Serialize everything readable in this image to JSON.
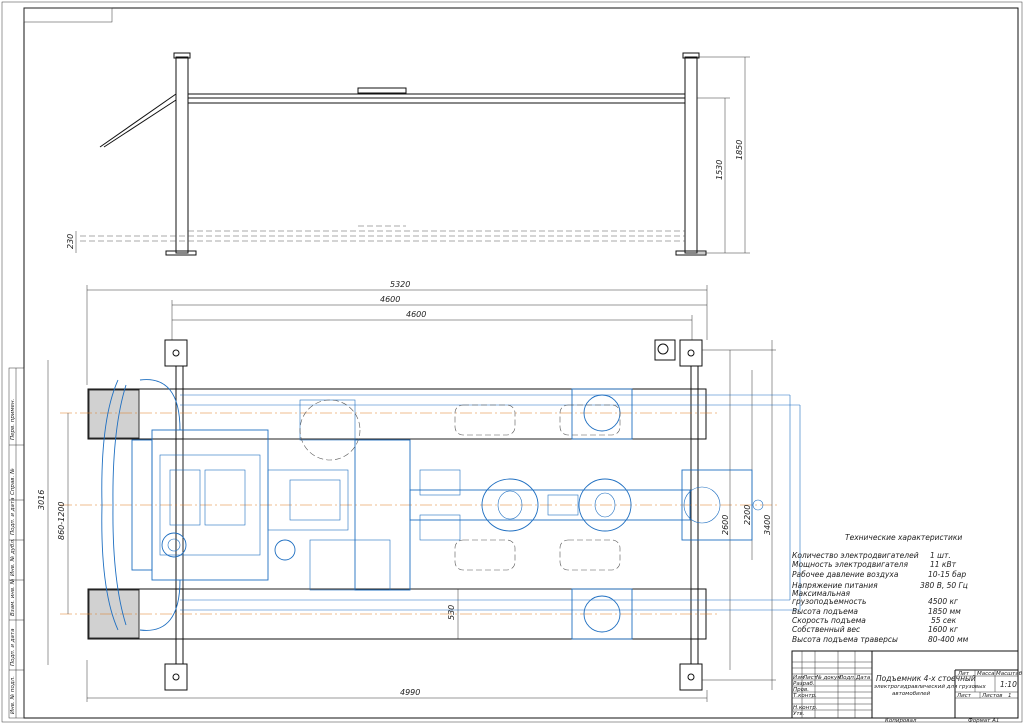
{
  "dimensions": {
    "overall_length": "5320",
    "span_outer": "4600",
    "span_inner": "4600",
    "bottom_length": "4990",
    "left_width": "3016",
    "wheel_track": "860-1200",
    "center_gap": "530",
    "right_1": "3400",
    "right_2": "2200",
    "right_3": "2600",
    "height_total": "1850",
    "height_lift": "1530",
    "height_low": "230"
  },
  "specs": {
    "title": "Технические характеристики",
    "rows": [
      {
        "label": "Количество электродвигателей",
        "value": "1 шт."
      },
      {
        "label": "Мощность электродвигателя",
        "value": "11 кВт"
      },
      {
        "label": "Рабочее давление воздуха",
        "value": "10-15 бар"
      },
      {
        "label": "Напряжение питания",
        "value": "380 В, 50 Гц"
      },
      {
        "label": "Максимальная",
        "value": ""
      },
      {
        "label": "грузоподъемность",
        "value": "4500 кг"
      },
      {
        "label": "Высота подъема",
        "value": "1850 мм"
      },
      {
        "label": "Скорость подъема",
        "value": "55 сек"
      },
      {
        "label": "Собственный вес",
        "value": "1600 кг"
      },
      {
        "label": "Высота подъема траверсы",
        "value": "80-400 мм"
      }
    ]
  },
  "title_block": {
    "name_line1": "Подъемник 4-х стоечный",
    "name_line2": "электрогидравлический для грузовых",
    "name_line3": "автомобилей",
    "col_lit": "Лит",
    "col_mass": "Масса",
    "col_scale": "Масштаб",
    "scale": "1:10",
    "sheet_label": "Лист",
    "sheets_label": "Листов",
    "sheets_count": "1",
    "izm": "Изм",
    "list": "Лист",
    "ndoc": "№ докум.",
    "podp": "Подп.",
    "data": "Дата",
    "razrab": "Разраб.",
    "prov": "Пров.",
    "tkontr": "Т.контр.",
    "nkontr": "Н.контр.",
    "utv": "Утв.",
    "copied": "Копировал",
    "format": "Формат   А1"
  },
  "side_stamp": {
    "c1": "Перв. примен.",
    "c2": "Справ. №",
    "c3": "Подп. и дата",
    "c4": "Инв. № дубл.",
    "c5": "Взам. инв. №",
    "c6": "Подп. и дата",
    "c7": "Инв. № подл."
  }
}
